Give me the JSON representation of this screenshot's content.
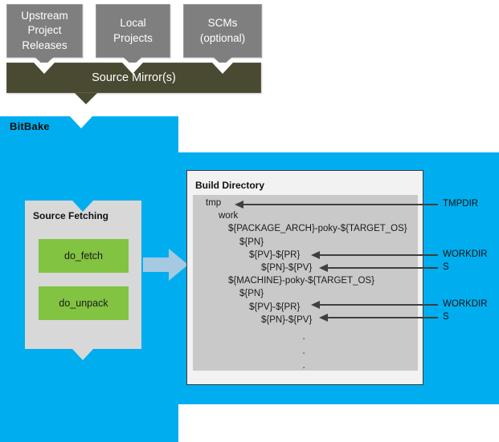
{
  "diagram": {
    "title": "BitBake Source Fetching and Build Directory layout",
    "colors": {
      "blue": "#00aeef",
      "olive": "#4a4a32",
      "gray_box": "#7f7f7f",
      "green_task": "#82c341",
      "panel_gray": "#d8d8d8",
      "tree_gray": "#c9c9c9",
      "arrow_dark": "#3f3f3f",
      "flow_arrow": "#a6c9e2"
    }
  },
  "sources": {
    "boxes": [
      {
        "id": "upstream",
        "lines": [
          "Upstream",
          "Project",
          "Releases"
        ]
      },
      {
        "id": "local",
        "lines": [
          "Local",
          "Projects"
        ]
      },
      {
        "id": "scms",
        "lines": [
          "SCMs",
          "(optional)"
        ]
      }
    ],
    "mirror_label": "Source Mirror(s)"
  },
  "bitbake": {
    "label": "BitBake",
    "fetch_panel": {
      "title": "Source Fetching",
      "tasks": [
        {
          "id": "do-fetch",
          "label": "do_fetch"
        },
        {
          "id": "do-unpack",
          "label": "do_unpack"
        }
      ]
    }
  },
  "build_directory": {
    "title": "Build Directory",
    "tree": [
      {
        "indent": 0,
        "text": "tmp"
      },
      {
        "indent": 1,
        "text": "work"
      },
      {
        "indent": 2,
        "text": "${PACKAGE_ARCH}-poky-${TARGET_OS}"
      },
      {
        "indent": 3,
        "text": "${PN}"
      },
      {
        "indent": 4,
        "text": "${PV}-${PR}"
      },
      {
        "indent": 5,
        "text": "${PN}-${PV}"
      },
      {
        "indent": 2,
        "text": "${MACHINE}-poky-${TARGET_OS}"
      },
      {
        "indent": 3,
        "text": "${PN}"
      },
      {
        "indent": 4,
        "text": "${PV}-${PR}"
      },
      {
        "indent": 5,
        "text": "${PN}-${PV}"
      }
    ],
    "ellipsis_dots": [
      "·",
      "·",
      "·"
    ]
  },
  "callouts": [
    {
      "id": "tmpdir",
      "label": "TMPDIR"
    },
    {
      "id": "workdir-1",
      "label": "WORKDIR"
    },
    {
      "id": "s-1",
      "label": "S"
    },
    {
      "id": "workdir-2",
      "label": "WORKDIR"
    },
    {
      "id": "s-2",
      "label": "S"
    }
  ]
}
